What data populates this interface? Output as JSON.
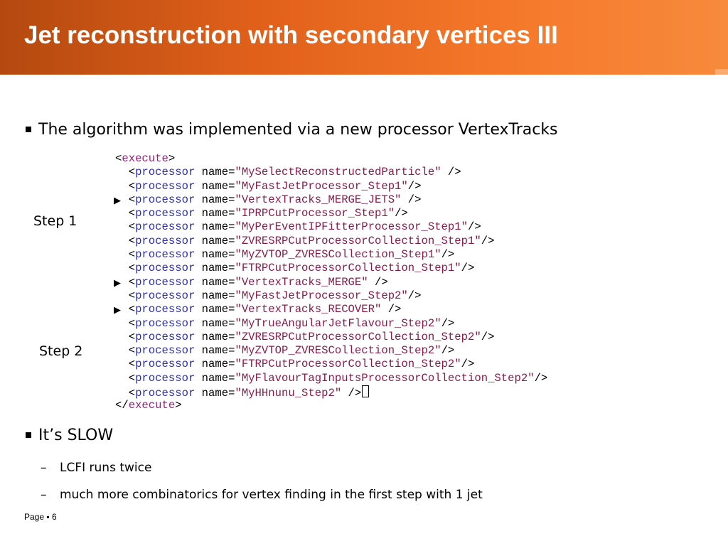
{
  "slide": {
    "title": "Jet reconstruction with secondary vertices III",
    "bullet1": "The algorithm was implemented via a new processor VertexTracks",
    "step1_label": "Step 1",
    "step2_label": "Step 2",
    "code": {
      "open_tag": "<execute>",
      "close_tag": "</execute>",
      "lines": [
        {
          "name": "MySelectReconstructedParticle",
          "end": " />",
          "arrow": false
        },
        {
          "name": "MyFastJetProcessor_Step1",
          "end": "/>",
          "arrow": false
        },
        {
          "name": "VertexTracks_MERGE_JETS",
          "end": " />",
          "arrow": true
        },
        {
          "name": "IPRPCutProcessor_Step1",
          "end": "/>",
          "arrow": false
        },
        {
          "name": "MyPerEventIPFitterProcessor_Step1",
          "end": "/>",
          "arrow": false
        },
        {
          "name": "ZVRESRPCutProcessorCollection_Step1",
          "end": "/>",
          "arrow": false
        },
        {
          "name": "MyZVTOP_ZVRESCollection_Step1",
          "end": "/>",
          "arrow": false
        },
        {
          "name": "FTRPCutProcessorCollection_Step1",
          "end": "/>",
          "arrow": false
        },
        {
          "name": "VertexTracks_MERGE",
          "end": " />",
          "arrow": true
        },
        {
          "name": "MyFastJetProcessor_Step2",
          "end": "/>",
          "arrow": false
        },
        {
          "name": "VertexTracks_RECOVER",
          "end": " />",
          "arrow": true
        },
        {
          "name": "MyTrueAngularJetFlavour_Step2",
          "end": "/>",
          "arrow": false
        },
        {
          "name": "ZVRESRPCutProcessorCollection_Step2",
          "end": "/>",
          "arrow": false
        },
        {
          "name": "MyZVTOP_ZVRESCollection_Step2",
          "end": "/>",
          "arrow": false
        },
        {
          "name": "FTRPCutProcessorCollection_Step2",
          "end": "/>",
          "arrow": false
        },
        {
          "name": "MyFlavourTagInputsProcessorCollection_Step2",
          "end": "/>",
          "arrow": false
        },
        {
          "name": "MyHHnunu_Step2",
          "end": " />",
          "arrow": false
        }
      ]
    },
    "bullet2": "It’s SLOW",
    "sub1": "LCFI runs twice",
    "sub2": "much more combinatorics for vertex finding in the first step with 1 jet",
    "footer": "Page ▪ 6",
    "colors": {
      "header_start": "#b4490f",
      "header_end": "#f78a3d",
      "code_tag": "#9b2080",
      "code_keyword": "#2c2fb8",
      "code_string": "#8b1a4a"
    }
  }
}
